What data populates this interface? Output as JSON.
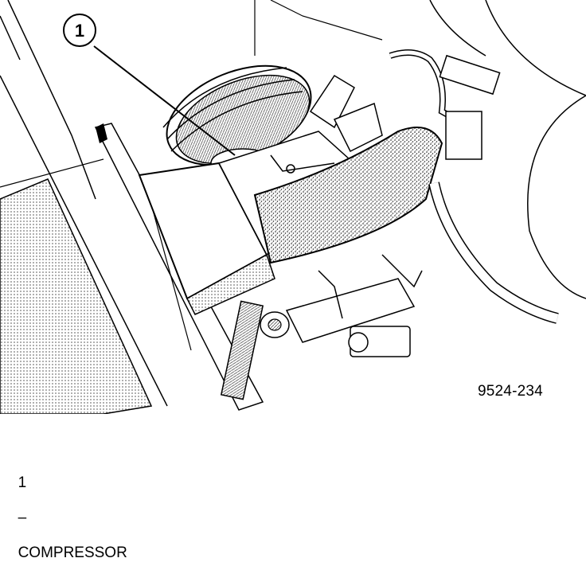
{
  "figure": {
    "callout_number": "1",
    "figure_id": "9524-234"
  },
  "legend": {
    "items": [
      {
        "number": "1",
        "separator": "–",
        "label": "COMPRESSOR"
      }
    ]
  }
}
